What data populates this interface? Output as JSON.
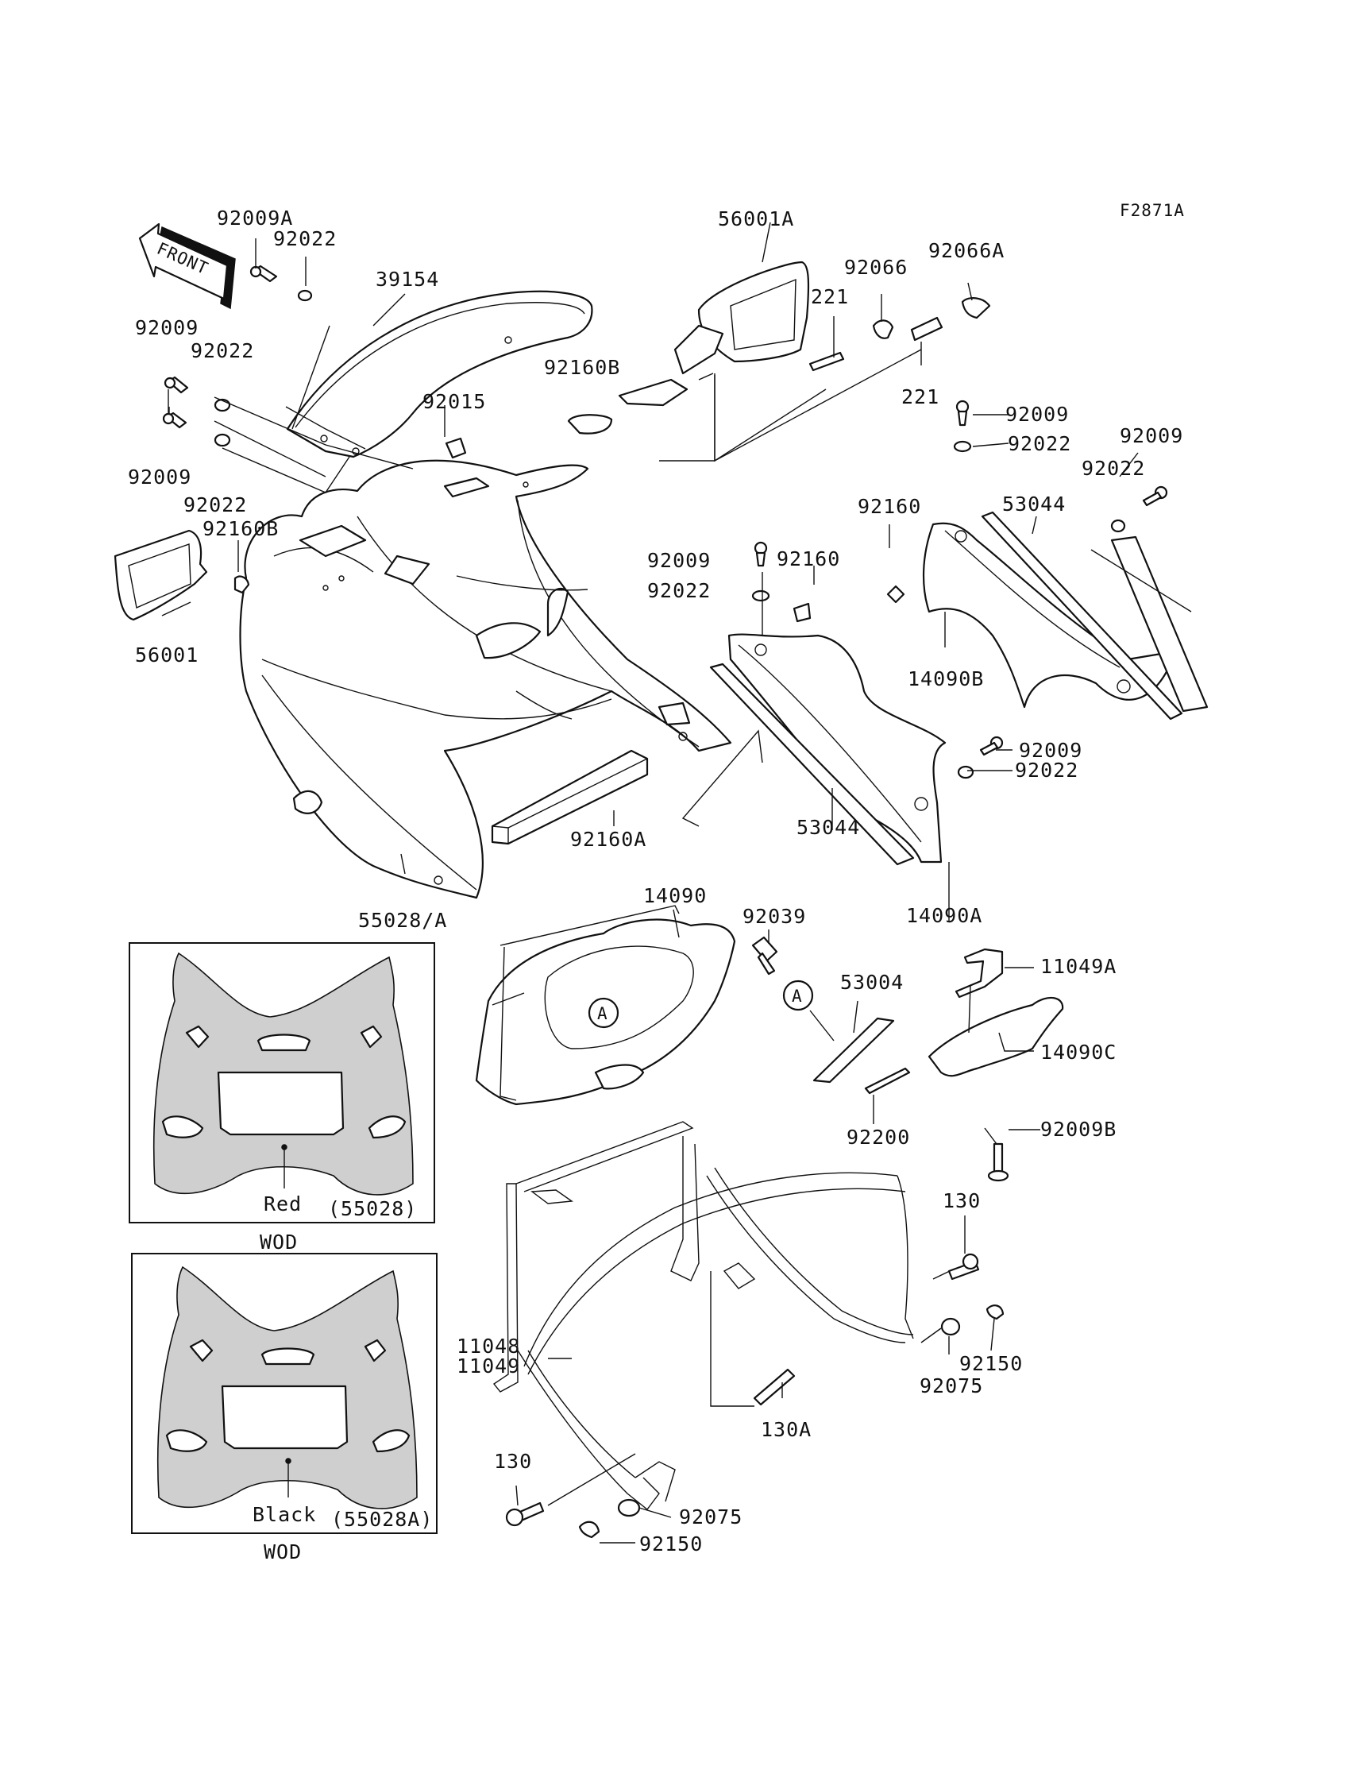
{
  "figure_code": "F2871A",
  "front_arrow_label": "FRONT",
  "callouts": [
    {
      "id": "c01",
      "text": "92009A"
    },
    {
      "id": "c02",
      "text": "92022"
    },
    {
      "id": "c03",
      "text": "39154"
    },
    {
      "id": "c04",
      "text": "92009"
    },
    {
      "id": "c05",
      "text": "92022"
    },
    {
      "id": "c06",
      "text": "92015"
    },
    {
      "id": "c07",
      "text": "92009"
    },
    {
      "id": "c08",
      "text": "92022"
    },
    {
      "id": "c09",
      "text": "92160B"
    },
    {
      "id": "c10",
      "text": "56001"
    },
    {
      "id": "c11",
      "text": "56001A"
    },
    {
      "id": "c12",
      "text": "92160B"
    },
    {
      "id": "c13",
      "text": "221"
    },
    {
      "id": "c14",
      "text": "92066"
    },
    {
      "id": "c15",
      "text": "92066A"
    },
    {
      "id": "c16",
      "text": "221"
    },
    {
      "id": "c17",
      "text": "92009"
    },
    {
      "id": "c18",
      "text": "92022"
    },
    {
      "id": "c19",
      "text": "92009"
    },
    {
      "id": "c20",
      "text": "92022"
    },
    {
      "id": "c21",
      "text": "92160"
    },
    {
      "id": "c22",
      "text": "53044"
    },
    {
      "id": "c23",
      "text": "92009"
    },
    {
      "id": "c24",
      "text": "92160"
    },
    {
      "id": "c25",
      "text": "92022"
    },
    {
      "id": "c26",
      "text": "14090B"
    },
    {
      "id": "c27",
      "text": "92009"
    },
    {
      "id": "c28",
      "text": "92022"
    },
    {
      "id": "c29",
      "text": "92160A"
    },
    {
      "id": "c30",
      "text": "53044"
    },
    {
      "id": "c31",
      "text": "55028/A"
    },
    {
      "id": "c32",
      "text": "14090"
    },
    {
      "id": "c33",
      "text": "92039"
    },
    {
      "id": "c34",
      "text": "14090A"
    },
    {
      "id": "c35",
      "text": "11049A"
    },
    {
      "id": "c36",
      "text": "53004"
    },
    {
      "id": "c37",
      "text": "14090C"
    },
    {
      "id": "c38",
      "text": "92200"
    },
    {
      "id": "c39",
      "text": "92009B"
    },
    {
      "id": "c40",
      "text": "130"
    },
    {
      "id": "c41",
      "text": "92150"
    },
    {
      "id": "c42",
      "text": "92075"
    },
    {
      "id": "c43",
      "text": "11048"
    },
    {
      "id": "c44",
      "text": "11049"
    },
    {
      "id": "c45",
      "text": "130A"
    },
    {
      "id": "c46",
      "text": "130"
    },
    {
      "id": "c47",
      "text": "92075"
    },
    {
      "id": "c48",
      "text": "92150"
    }
  ],
  "reference_markers": [
    "A",
    "A"
  ],
  "variants": [
    {
      "color_label": "Red",
      "part_ref": "(55028)",
      "caption": "WOD"
    },
    {
      "color_label": "Black",
      "part_ref": "(55028A)",
      "caption": "WOD"
    }
  ]
}
